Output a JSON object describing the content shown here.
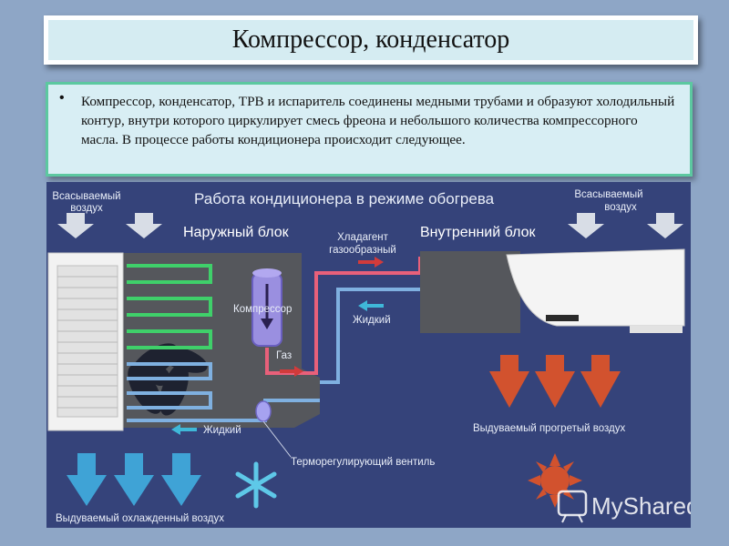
{
  "slide": {
    "title": "Компрессор, конденсатор",
    "body_text": "Компрессор, конденсатор, ТРВ и испаритель соединены медными трубами и образуют холодильный контур, внутри которого циркулирует смесь фреона и небольшого количества компрессорного масла. В процессе работы кондиционера происходит следующее."
  },
  "diagram": {
    "title": "Работа кондиционера в режиме обогрева",
    "outdoor_unit": "Наружный блок",
    "indoor_unit": "Внутренний блок",
    "intake_air_left": [
      "Всасываемый",
      "воздух"
    ],
    "intake_air_right": [
      "Всасываемый",
      "воздух"
    ],
    "refrigerant": [
      "Хладагент",
      "газообразный"
    ],
    "compressor": "Компрессор",
    "gas": "Газ",
    "liquid_top": "Жидкий",
    "liquid_bottom": "Жидкий",
    "valve": "Терморегулирующий вентиль",
    "warm_air_out": "Выдуваемый прогретый воздух",
    "cool_air_out": "Выдуваемый охлажденный воздух",
    "colors": {
      "background": "#35437a",
      "hot_pipe": "#e8607a",
      "cold_pipe": "#7fb0e0",
      "warm_arrow": "#d2522e",
      "cool_arrow": "#3fa3d6",
      "intake_arrow": "#d8dde6"
    }
  },
  "watermark": {
    "text": "MyShared"
  }
}
